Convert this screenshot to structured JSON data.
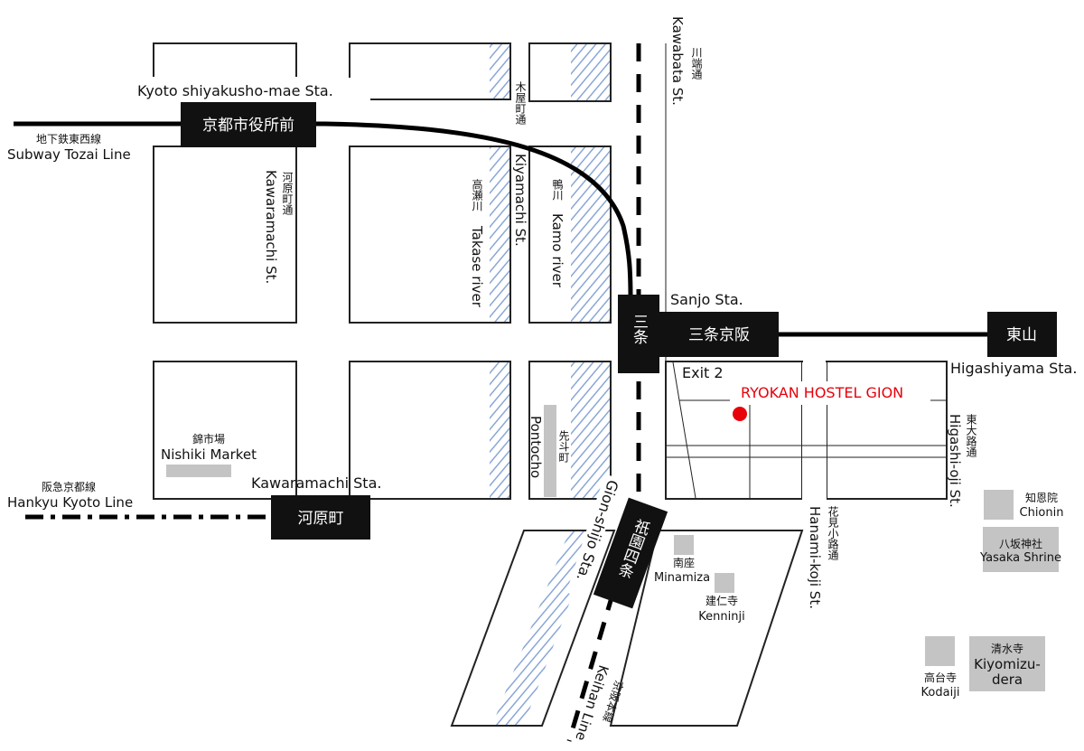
{
  "stations": {
    "shiyakusho": {
      "jp": "京都市役所前",
      "en": "Kyoto shiyakusho-mae Sta."
    },
    "sanjo": {
      "jp_vertical": "三条",
      "jp": "三条京阪",
      "en": "Sanjo Sta."
    },
    "higashiyama": {
      "jp": "東山",
      "en": "Higashiyama Sta."
    },
    "kawaramachi": {
      "jp": "河原町",
      "en": "Kawaramachi Sta."
    },
    "gionshijo": {
      "jp": "祇園四条",
      "en": "Gion-shijo Sta."
    }
  },
  "lines": {
    "tozai": {
      "jp": "地下鉄東西線",
      "en": "Subway Tozai Line"
    },
    "hankyu": {
      "jp": "阪急京都線",
      "en": "Hankyu Kyoto Line"
    },
    "keihan": {
      "jp": "京阪本線",
      "en": "Keihan Line"
    }
  },
  "streets": {
    "kawaramachi": {
      "jp": "河原町通",
      "en": "Kawaramachi St."
    },
    "kiyamachi": {
      "jp": "木屋町通",
      "en": "Kiyamachi St."
    },
    "kawabata": {
      "jp": "川端通",
      "en": "Kawabata St."
    },
    "hanamikoji": {
      "jp": "花見小路通",
      "en": "Hanami-koji St."
    },
    "higashioji": {
      "jp": "東大路通",
      "en": "Higashi-oji St."
    },
    "pontocho": {
      "jp": "先斗町",
      "en": "Pontocho"
    }
  },
  "rivers": {
    "takase": {
      "jp": "高瀬川",
      "en": "Takase river"
    },
    "kamo": {
      "jp": "鴨川",
      "en": "Kamo river"
    }
  },
  "landmarks": {
    "nishiki": {
      "jp": "錦市場",
      "en": "Nishiki Market"
    },
    "minamiza": {
      "jp": "南座",
      "en": "Minamiza"
    },
    "kenninji": {
      "jp": "建仁寺",
      "en": "Kenninji"
    },
    "chionin": {
      "jp": "知恩院",
      "en": "Chionin"
    },
    "yasaka": {
      "jp": "八坂神社",
      "en": "Yasaka Shrine"
    },
    "kodaiji": {
      "jp": "高台寺",
      "en": "Kodaiji"
    },
    "kiyomizu": {
      "jp": "清水寺",
      "en1": "Kiyomizu-",
      "en2": "dera"
    }
  },
  "exit": "Exit 2",
  "destination": {
    "name": "RYOKAN HOSTEL GION",
    "color": "#e8000b"
  },
  "colors": {
    "river_hatch": "#7f9fd0",
    "landmark": "#c4c4c4"
  }
}
